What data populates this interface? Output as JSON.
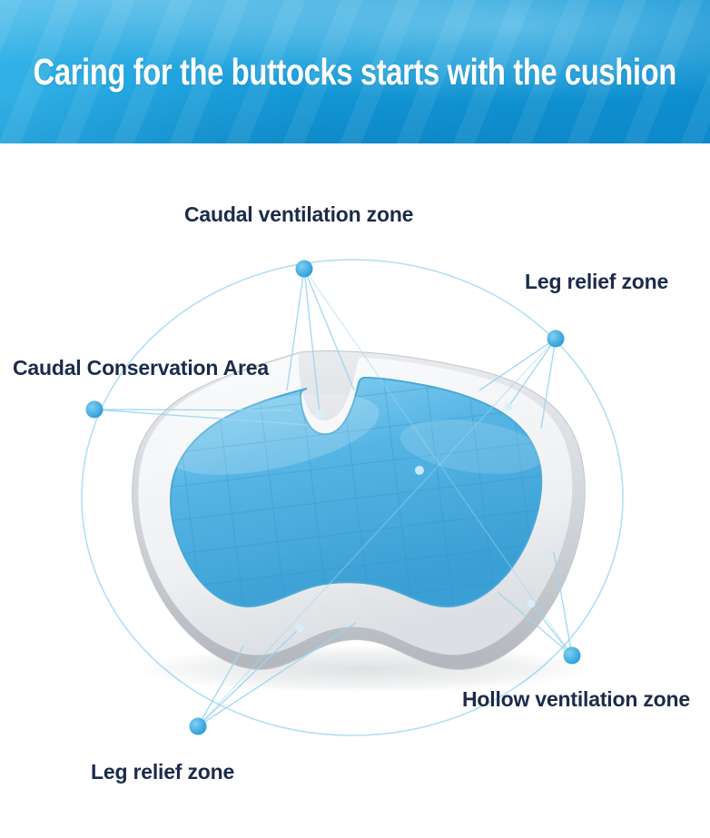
{
  "banner": {
    "title": "Caring for the buttocks starts with the cushion"
  },
  "callouts": [
    {
      "id": "caudal-ventilation-zone",
      "label": "Caudal ventilation zone"
    },
    {
      "id": "leg-relief-zone-top",
      "label": "Leg relief zone"
    },
    {
      "id": "caudal-conservation-area",
      "label": "Caudal Conservation Area"
    },
    {
      "id": "hollow-ventilation-zone",
      "label": "Hollow ventilation zone"
    },
    {
      "id": "leg-relief-zone-bottom",
      "label": "Leg relief zone"
    }
  ],
  "colors": {
    "banner_blue": "#149bd8",
    "label_text": "#1b2b4b",
    "dot_blue": "#2aa2dc",
    "connector_blue": "#9dd5f0",
    "gel_blue": "#4fb0e0",
    "foam_gray": "#d6d9dd"
  }
}
